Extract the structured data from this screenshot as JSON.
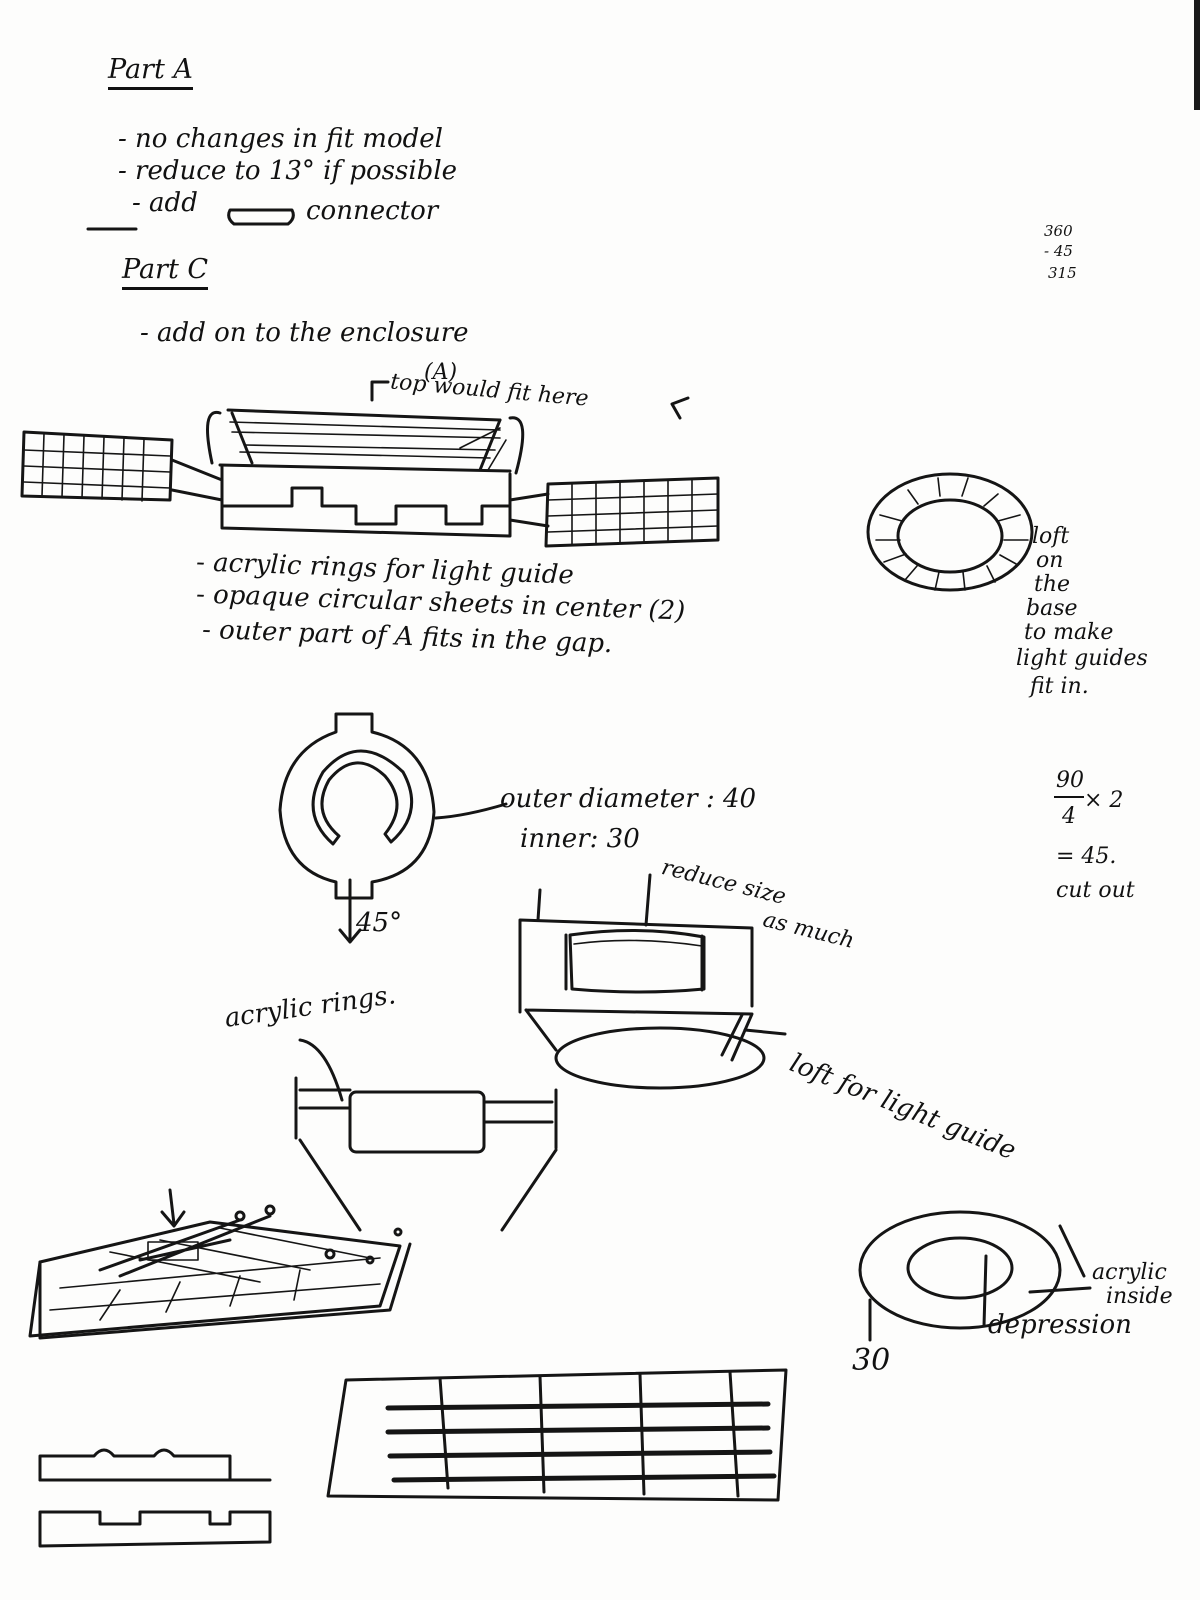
{
  "part_a": {
    "heading": "Part A",
    "lines": [
      "- no changes in fit model",
      "- reduce to 13° if possible",
      "- add",
      "connector"
    ]
  },
  "part_c": {
    "heading": "Part C",
    "intro": "- add on to the enclosure",
    "callout_label": "(A)",
    "callout_text": "top would fit here",
    "bullets": [
      "- acrylic rings for light guide",
      "- opaque circular sheets in center (2)",
      "- outer part of A fits in the gap."
    ]
  },
  "calc_top": {
    "line1": "360",
    "line2": "- 45",
    "line3": "315"
  },
  "ring_note": [
    "loft",
    "on",
    "the",
    "base",
    "to make",
    "light guides",
    "fit in."
  ],
  "diameter_note": {
    "outer": "outer diameter : 40",
    "inner": "inner: 30"
  },
  "angle_label": "45°",
  "calc_mid": {
    "numerator": "90",
    "denominator": "4",
    "times": "× 2",
    "result": "= 45.",
    "cut": "cut out"
  },
  "reduce_note": [
    "reduce size",
    "as much"
  ],
  "loft_guide_note": "loft for light guide",
  "acrylic_rings_label": "acrylic rings.",
  "disc_labels": {
    "acrylic": [
      "acrylic",
      "inside"
    ],
    "depression": "depression",
    "size": "30"
  }
}
